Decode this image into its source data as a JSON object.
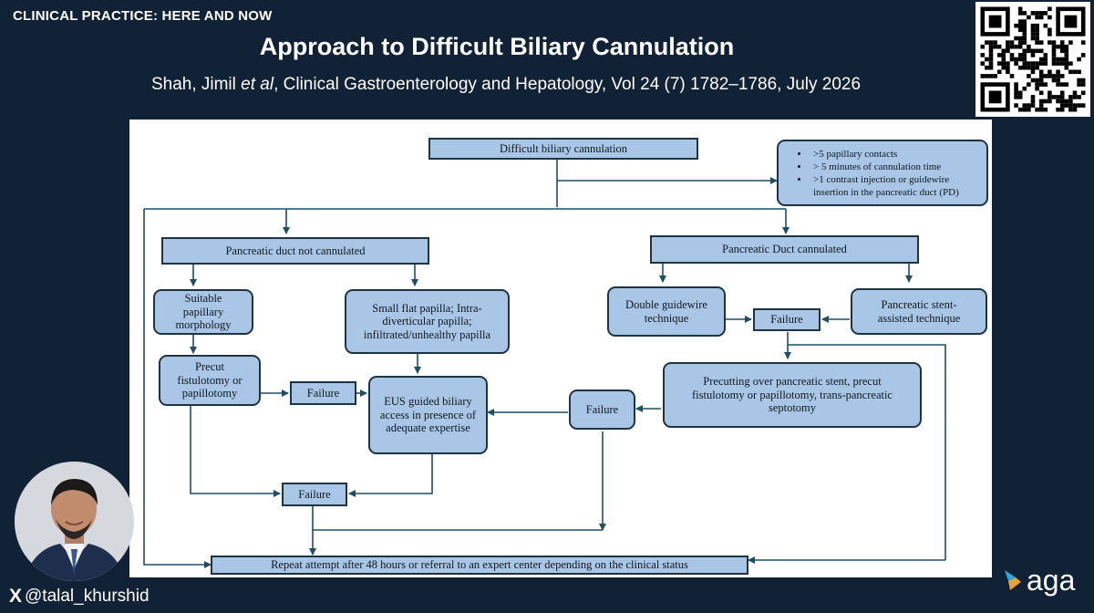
{
  "header": {
    "kicker": "CLINICAL PRACTICE: HERE AND NOW",
    "title": "Approach to Difficult Biliary Cannulation",
    "citation_authors": "Shah, Jimil ",
    "citation_etal": "et al",
    "citation_rest": ", Clinical Gastroenterology and Hepatology, Vol 24 (7) 1782–1786, July 2026"
  },
  "flowchart": {
    "start": "Difficult biliary cannulation",
    "criteria": [
      ">5 papillary contacts",
      "> 5 minutes of cannulation time",
      ">1 contrast injection or guidewire insertion in the pancreatic duct (PD)"
    ],
    "pd_not_cannulated": "Pancreatic duct not cannulated",
    "pd_cannulated": "Pancreatic Duct cannulated",
    "suitable_morphology": "Suitable papillary morphology",
    "small_flat_papilla": "Small flat papilla; Intra-diverticular papilla; infiltrated/unhealthy papilla",
    "double_guidewire": "Double guidewire technique",
    "stent_assisted": "Pancreatic stent-assisted technique",
    "failure_label": "Failure",
    "precut_fistulotomy": "Precut fistulotomy or papillotomy",
    "eus_guided": "EUS guided biliary access in presence of adequate expertise",
    "precutting_over_stent": "Precutting over pancreatic stent, precut fistulotomy or papillotomy, trans-pancreatic septotomy",
    "repeat_attempt": "Repeat attempt after 48 hours or referral to an expert center depending on the clinical status"
  },
  "footer": {
    "twitter_logo": "X",
    "twitter_handle": "@talal_khurshid",
    "brand": "aga"
  },
  "colors": {
    "background": "#112236",
    "node_fill": "#a9c6e6",
    "connector": "#1f4e66"
  }
}
